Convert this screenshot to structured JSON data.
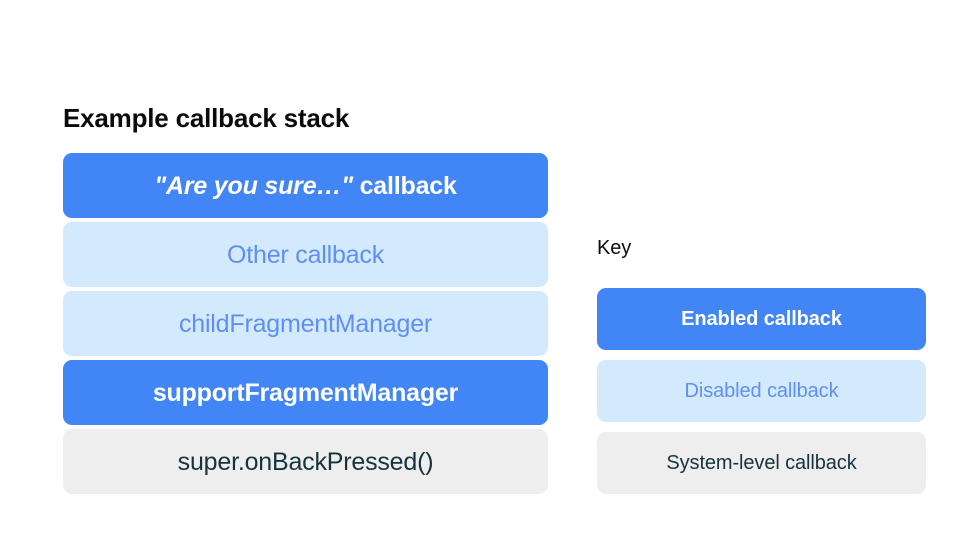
{
  "stack": {
    "title": "Example callback stack",
    "items": [
      {
        "label": "\"Are you sure…\" callback",
        "quoted_part": "\"Are you sure…\"",
        "plain_part": " callback",
        "state": "enabled"
      },
      {
        "label": "Other callback",
        "state": "disabled"
      },
      {
        "label": "childFragmentManager",
        "state": "disabled"
      },
      {
        "label": "supportFragmentManager",
        "state": "enabled"
      },
      {
        "label": "super.onBackPressed()",
        "state": "system"
      }
    ]
  },
  "key": {
    "title": "Key",
    "items": [
      {
        "label": "Enabled callback",
        "state": "enabled"
      },
      {
        "label": "Disabled callback",
        "state": "disabled"
      },
      {
        "label": "System-level callback",
        "state": "system"
      }
    ]
  },
  "colors": {
    "background": "#ffffff",
    "enabled_fill": "#4285f4",
    "enabled_text": "#ffffff",
    "disabled_fill": "#d3eafd",
    "disabled_text": "#5f8ff6",
    "system_fill": "#eeeeee",
    "system_text": "#15343f",
    "title_text": "#0b0b0b"
  }
}
